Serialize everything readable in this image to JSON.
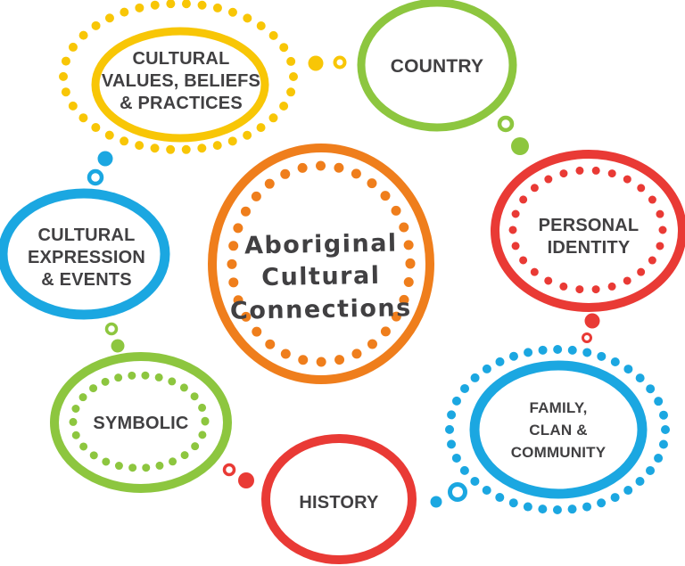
{
  "title": "Aboriginal Cultural Connections",
  "palette": {
    "orange": "#EF7E1C",
    "yellow": "#F8C606",
    "green": "#8DC63F",
    "red": "#E93A35",
    "blue": "#1BA7E1",
    "label_text": "#414042",
    "background": "#FFFFFF"
  },
  "center": {
    "id": "aboriginal-cultural-connections",
    "lines": [
      "Aboriginal",
      "Cultural",
      "Connections"
    ],
    "color_name": "orange",
    "dotted_ring": "inside"
  },
  "nodes": [
    {
      "id": "cultural-values-beliefs-practices",
      "lines": [
        "CULTURAL",
        "VALUES, BELIEFS",
        "& PRACTICES"
      ],
      "color_name": "yellow",
      "dotted_ring": "outside",
      "position": "top-left"
    },
    {
      "id": "country",
      "lines": [
        "COUNTRY"
      ],
      "color_name": "green",
      "dotted_ring": "none",
      "position": "top"
    },
    {
      "id": "personal-identity",
      "lines": [
        "PERSONAL",
        "IDENTITY"
      ],
      "color_name": "red",
      "dotted_ring": "inside",
      "position": "right"
    },
    {
      "id": "family-clan-community",
      "lines": [
        "FAMILY,",
        "CLAN &",
        "COMMUNITY"
      ],
      "color_name": "blue",
      "dotted_ring": "outside",
      "position": "bottom-right"
    },
    {
      "id": "history",
      "lines": [
        "HISTORY"
      ],
      "color_name": "red",
      "dotted_ring": "none",
      "position": "bottom"
    },
    {
      "id": "symbolic",
      "lines": [
        "SYMBOLIC"
      ],
      "color_name": "green",
      "dotted_ring": "inside",
      "position": "bottom-left"
    },
    {
      "id": "cultural-expression-events",
      "lines": [
        "CULTURAL",
        "EXPRESSION",
        "& EVENTS"
      ],
      "color_name": "blue",
      "dotted_ring": "none",
      "position": "left"
    }
  ],
  "connectors": [
    {
      "from": "cultural-values-beliefs-practices",
      "to": "country",
      "color_name": "yellow",
      "dots": [
        "filled",
        "ring"
      ]
    },
    {
      "from": "country",
      "to": "personal-identity",
      "color_name": "green",
      "dots": [
        "ring",
        "filled"
      ]
    },
    {
      "from": "personal-identity",
      "to": "family-clan-community",
      "color_name": "red",
      "dots": [
        "filled",
        "ring"
      ]
    },
    {
      "from": "family-clan-community",
      "to": "history",
      "color_name": "blue",
      "dots": [
        "ring",
        "filled"
      ]
    },
    {
      "from": "history",
      "to": "symbolic",
      "color_name": "red",
      "dots": [
        "filled",
        "ring"
      ]
    },
    {
      "from": "symbolic",
      "to": "cultural-expression-events",
      "color_name": "green",
      "dots": [
        "filled",
        "ring"
      ]
    },
    {
      "from": "cultural-expression-events",
      "to": "cultural-values-beliefs-practices",
      "color_name": "blue",
      "dots": [
        "ring",
        "filled"
      ]
    }
  ]
}
